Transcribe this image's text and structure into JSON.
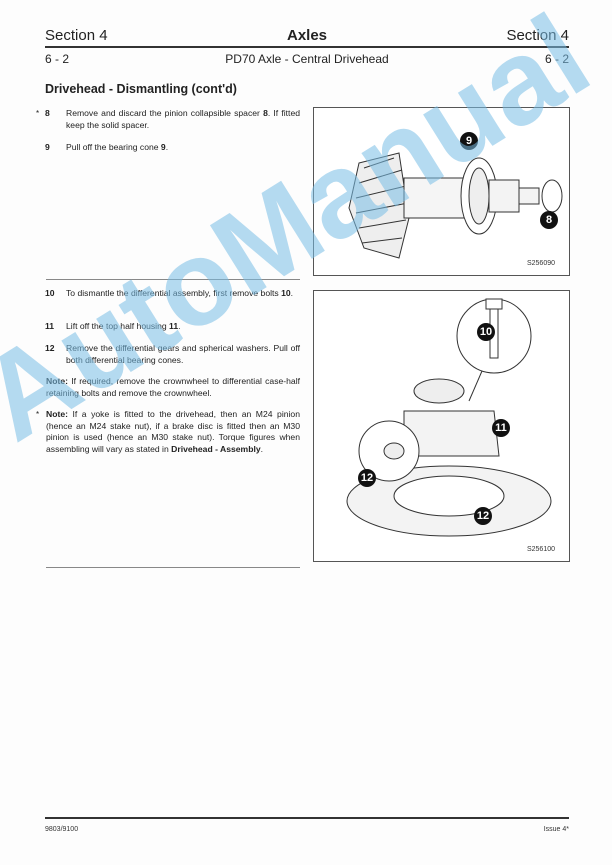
{
  "header": {
    "section_left": "Section 4",
    "title": "Axles",
    "section_right": "Section 4",
    "page_left": "6 - 2",
    "subtitle": "PD70 Axle - Central Drivehead",
    "page_right": "6 - 2"
  },
  "section_title": "Drivehead - Dismantling (cont'd)",
  "steps": [
    {
      "mark": "*",
      "num": "8",
      "pre": "Remove and discard the pinion collapsible spacer ",
      "ref": "8",
      "post": ". If fitted keep the solid spacer."
    },
    {
      "mark": "",
      "num": "9",
      "pre": "Pull off the bearing cone ",
      "ref": "9",
      "post": "."
    },
    {
      "mark": "",
      "num": "10",
      "pre": "To dismantle the differential assembly, first remove bolts ",
      "ref": "10",
      "post": "."
    },
    {
      "mark": "",
      "num": "11",
      "pre": "Lift off the top half housing ",
      "ref": "11",
      "post": "."
    },
    {
      "mark": "",
      "num": "12",
      "pre": "Remove the differential gears and spherical washers. Pull off both differential bearing cones.",
      "ref": "",
      "post": ""
    }
  ],
  "notes": [
    {
      "mark": "",
      "label": "Note:",
      "text": " If required, remove the crownwheel to differential case-half retaining bolts and remove the crownwheel.",
      "bold_ref": "",
      "tail": ""
    },
    {
      "mark": "*",
      "label": "Note:",
      "text": " If a yoke is fitted to the drivehead, then an M24 pinion (hence an M24 stake nut), if a brake disc is fitted then an M30 pinion is used (hence an M30 stake nut). Torque figures when assembling will vary as stated in ",
      "bold_ref": "Drivehead - Assembly",
      "tail": "."
    }
  ],
  "figures": [
    {
      "code": "S256090",
      "callouts": [
        "9",
        "8"
      ]
    },
    {
      "code": "S256100",
      "callouts": [
        "10",
        "11",
        "12",
        "12"
      ]
    }
  ],
  "watermark": "AutoManual",
  "footer": {
    "left": "9803/9100",
    "right": "Issue 4*"
  }
}
